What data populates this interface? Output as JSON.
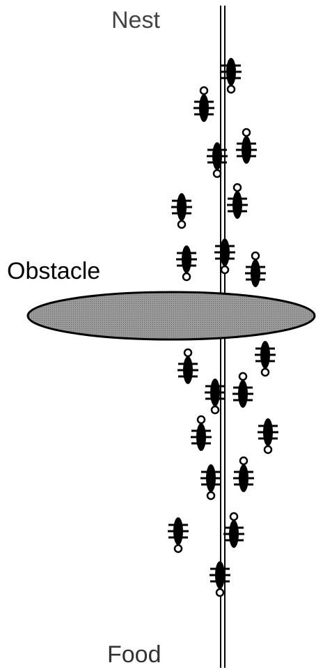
{
  "labels": {
    "nest": "Nest",
    "obstacle": "Obstacle",
    "food": "Food"
  },
  "colors": {
    "ant": "#000000",
    "obstacle_fill": "#999999",
    "trail": "#000000"
  },
  "icons": {
    "ant": "ant-icon"
  }
}
